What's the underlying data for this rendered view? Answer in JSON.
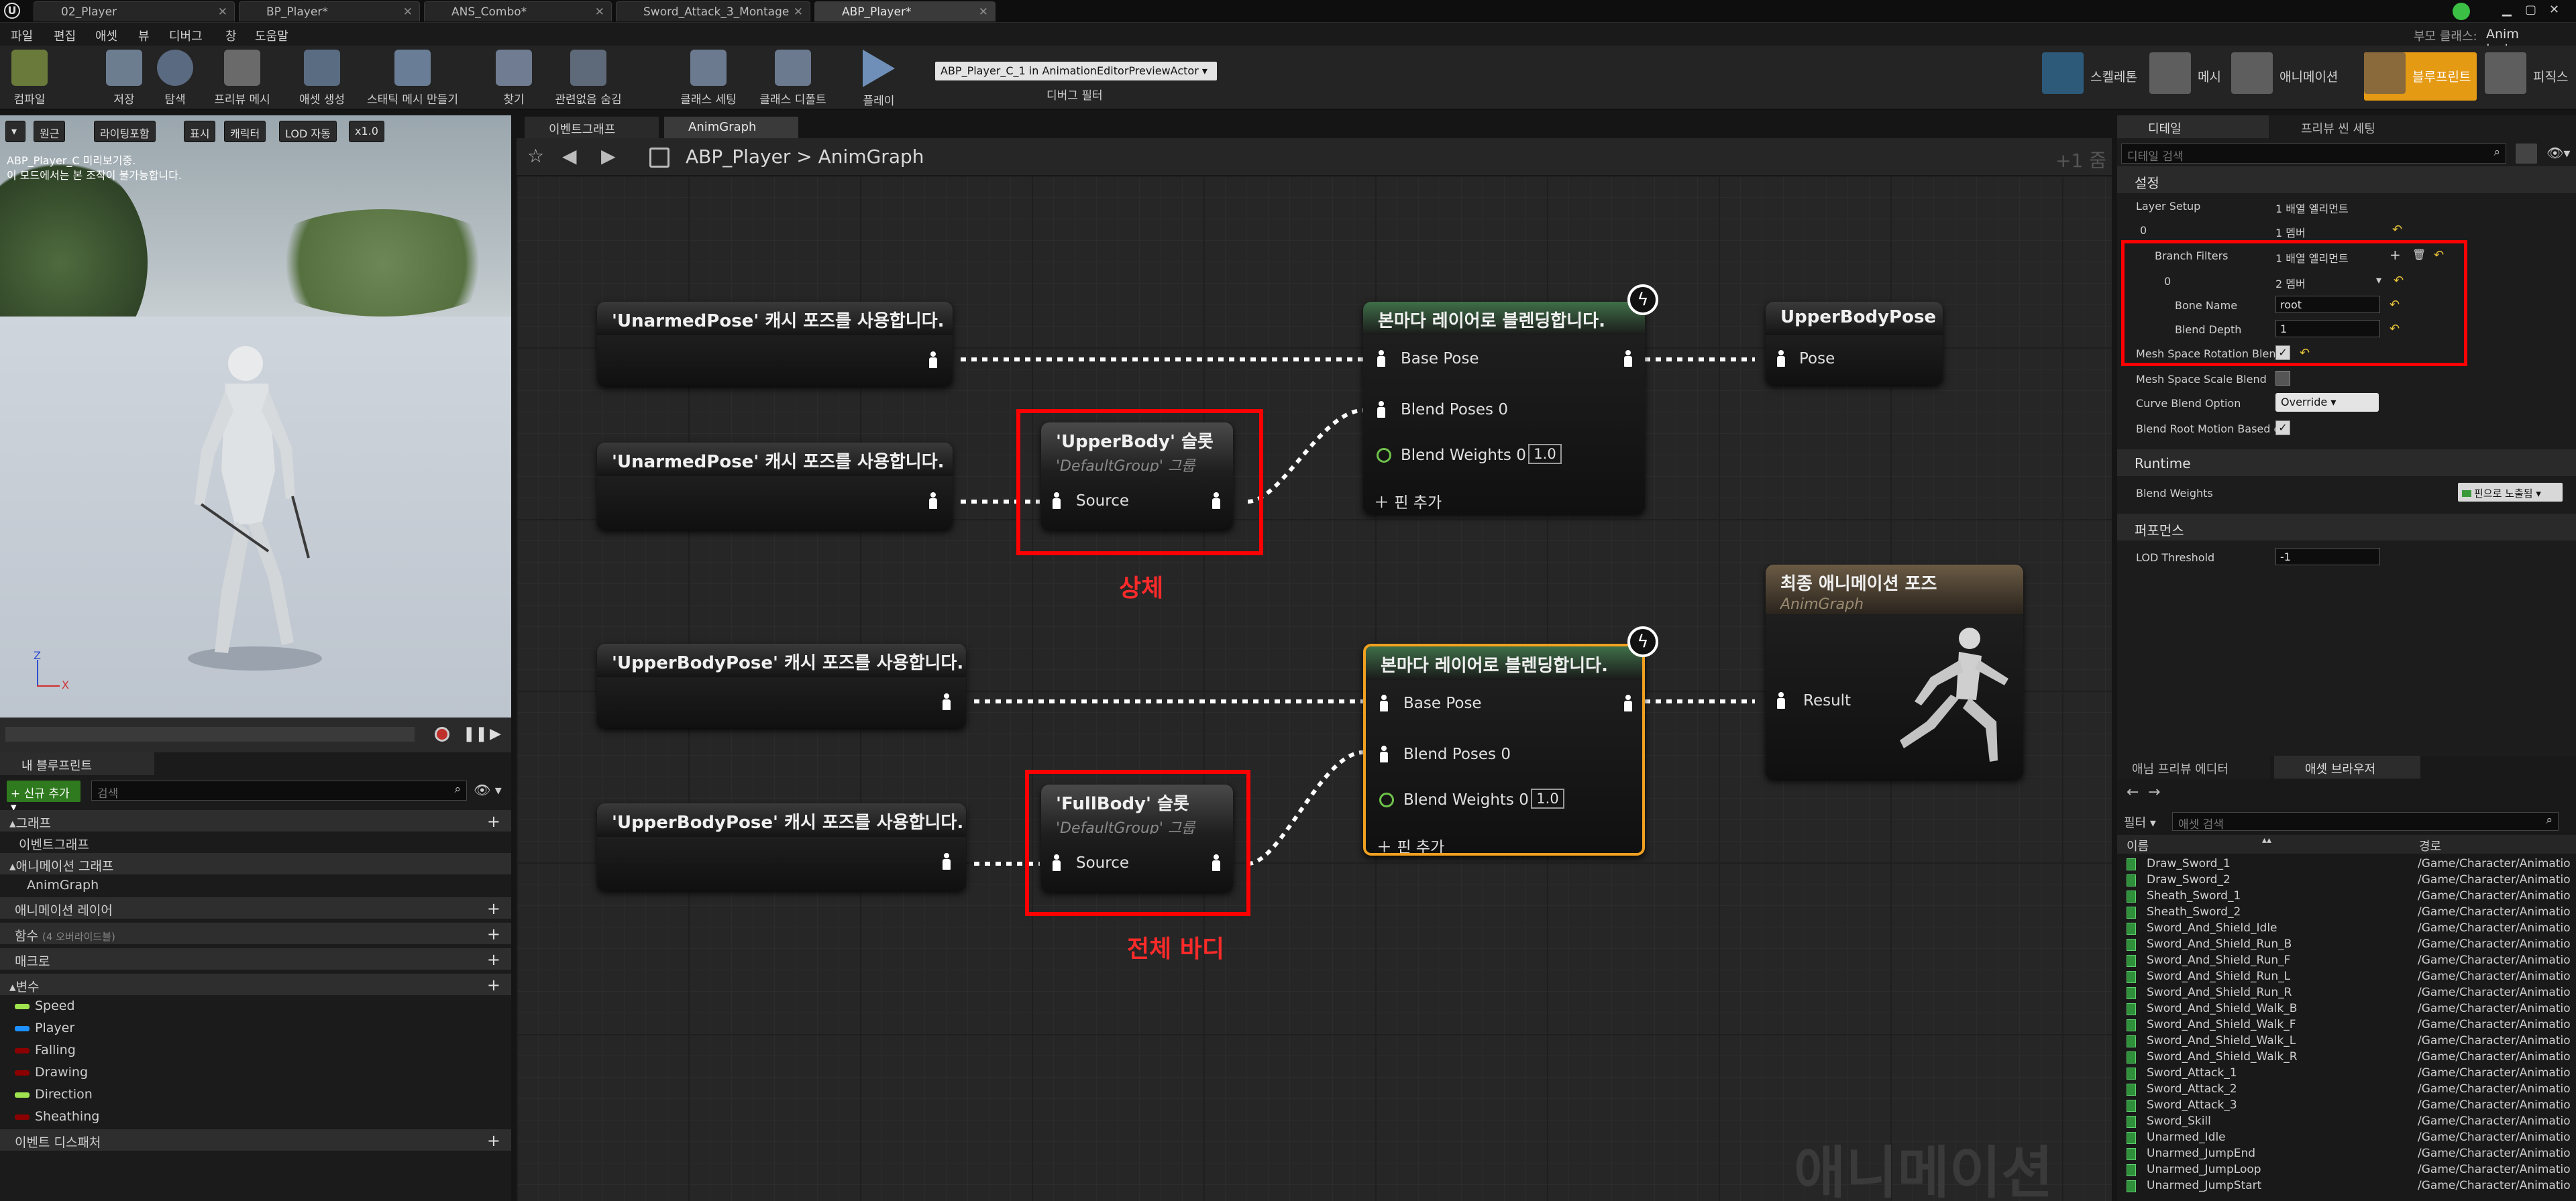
{
  "window": {
    "tabs": [
      "02_Player",
      "BP_Player*",
      "ANS_Combo*",
      "Sword_Attack_3_Montage",
      "ABP_Player*"
    ],
    "right_info": "부모 클래스: ",
    "parent_class": "Anim Instance"
  },
  "menu": [
    "파일",
    "편집",
    "애셋",
    "뷰",
    "디버그",
    "창",
    "도움말"
  ],
  "toolbar": {
    "buttons": [
      "컴파일",
      "저장",
      "탐색",
      "프리뷰 메시",
      "애셋 생성",
      "스태틱 메시 만들기",
      "찾기",
      "관련없음 숨김",
      "클래스 세팅",
      "클래스 디폴트",
      "플레이"
    ],
    "debug_select": "ABP_Player_C_1 in AnimationEditorPreviewActor",
    "debug_label": "디버그 필터",
    "modes": [
      "스켈레톤",
      "메시",
      "애니메이션",
      "블루프린트",
      "피직스"
    ]
  },
  "viewport": {
    "buttons": [
      "원근",
      "라이팅포함",
      "표시",
      "캐릭터",
      "LOD 자동",
      "x1.0"
    ],
    "overlay_line1": "ABP_Player_C 미리보기중.",
    "overlay_line2": "이 모드에서는 본 조작이 불가능합니다.",
    "axis_z": "Z",
    "axis_x": "X"
  },
  "myblueprint": {
    "tab": "내 블루프린트",
    "add_button": "+ 신규 추가 ▾",
    "search_placeholder": "검색",
    "graph_section": "그래프",
    "event_graph": "이벤트그래프",
    "anim_graph_section": "애니메이션 그래프",
    "anim_graph": "AnimGraph",
    "anim_layers": "애니메이션 레이어",
    "functions": "함수",
    "functions_note": "(4 오버라이드블)",
    "macros": "매크로",
    "variables_section": "변수",
    "variables": [
      {
        "name": "Speed",
        "color": "#9ee34f"
      },
      {
        "name": "Player",
        "color": "#1e90ff"
      },
      {
        "name": "Falling",
        "color": "#8b0000"
      },
      {
        "name": "Drawing",
        "color": "#8b0000"
      },
      {
        "name": "Direction",
        "color": "#9ee34f"
      },
      {
        "name": "Sheathing",
        "color": "#8b0000"
      }
    ],
    "event_dispatchers": "이벤트 디스패처"
  },
  "graph": {
    "tabs": [
      "이벤트그래프",
      "AnimGraph"
    ],
    "breadcrumb_root": "ABP_Player",
    "breadcrumb_current": "AnimGraph",
    "zoom": "+1 줌",
    "watermark": "애니메이션",
    "nodes": {
      "cache1": "'UnarmedPose' 캐시 포즈를 사용합니다.",
      "cache2": "'UnarmedPose' 캐시 포즈를 사용합니다.",
      "cache3": "'UpperBodyPose' 캐시 포즈를 사용합니다.",
      "cache4": "'UpperBodyPose' 캐시 포즈를 사용합니다.",
      "slot1_title": "'UpperBody' 슬롯",
      "slot1_sub": "'DefaultGroup' 그룹",
      "slot2_title": "'FullBody' 슬롯",
      "slot2_sub": "'DefaultGroup' 그룹",
      "source": "Source",
      "blend_title": "본마다 레이어로 블렌딩합니다.",
      "base_pose": "Base Pose",
      "blend_poses": "Blend Poses 0",
      "blend_weights": "Blend Weights 0",
      "blend_weight_value": "1.0",
      "add_pin": "핀 추가",
      "save_cache_title": "UpperBodyPose",
      "pose": "Pose",
      "final_title": "최종 애니메이션 포즈",
      "final_sub": "AnimGraph",
      "result": "Result"
    },
    "annotations": {
      "upper": "상체",
      "full": "전체 바디"
    }
  },
  "details": {
    "tabs": [
      "디테일",
      "프리뷰 씬 세팅"
    ],
    "search_placeholder": "디테일 검색",
    "section_settings": "설정",
    "layer_setup": "Layer Setup",
    "layer_setup_val": "1 배열 엘리먼트",
    "index0": "0",
    "members1": "1 멤버",
    "branch_filters": "Branch Filters",
    "branch_filters_val": "1 배열 엘리먼트",
    "members2": "2 멤버",
    "bone_name": "Bone Name",
    "bone_name_val": "root",
    "blend_depth": "Blend Depth",
    "blend_depth_val": "1",
    "mesh_rot": "Mesh Space Rotation Blend",
    "mesh_scale": "Mesh Space Scale Blend",
    "curve_blend": "Curve Blend Option",
    "curve_blend_val": "Override",
    "blend_root": "Blend Root Motion Based on",
    "section_runtime": "Runtime",
    "blend_weights": "Blend Weights",
    "expose_pin": "핀으로 노출됨",
    "section_perf": "퍼포먼스",
    "lod_threshold": "LOD Threshold",
    "lod_val": "-1"
  },
  "assets": {
    "tabs": [
      "애님 프리뷰 에디터",
      "애셋 브라우저"
    ],
    "filter_label": "필터",
    "search_placeholder": "애셋 검색",
    "col_name": "이름",
    "col_path": "경로",
    "items": [
      "Draw_Sword_1",
      "Draw_Sword_2",
      "Sheath_Sword_1",
      "Sheath_Sword_2",
      "Sword_And_Shield_Idle",
      "Sword_And_Shield_Run_B",
      "Sword_And_Shield_Run_F",
      "Sword_And_Shield_Run_L",
      "Sword_And_Shield_Run_R",
      "Sword_And_Shield_Walk_B",
      "Sword_And_Shield_Walk_F",
      "Sword_And_Shield_Walk_L",
      "Sword_And_Shield_Walk_R",
      "Sword_Attack_1",
      "Sword_Attack_2",
      "Sword_Attack_3",
      "Sword_Skill",
      "Unarmed_Idle",
      "Unarmed_JumpEnd",
      "Unarmed_JumpLoop",
      "Unarmed_JumpStart"
    ],
    "path": "/Game/Character/Animatio"
  }
}
